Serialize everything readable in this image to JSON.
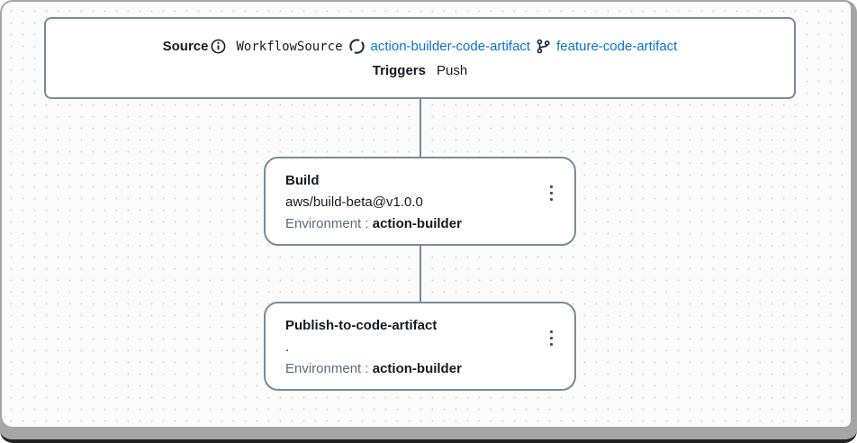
{
  "colors": {
    "node_border": "#7d8998",
    "link_blue": "#0972d3",
    "text_dark": "#16191f",
    "text_muted": "#5f6b7a",
    "canvas_background": "#fbfbfb",
    "grid_dot": "#d6d6d6",
    "window_frame": "#a6a6a6"
  },
  "icons": {
    "info": "info-icon (circled i)",
    "repository": "repository-icon (segmented circle)",
    "branch": "git-branch-icon",
    "menu": "vertical-ellipsis-icon"
  },
  "source": {
    "label": "Source",
    "workflow_source": "WorkflowSource",
    "repository_link": "action-builder-code-artifact",
    "branch_link": "feature-code-artifact",
    "triggers_label": "Triggers",
    "triggers_value": "Push"
  },
  "nodes": [
    {
      "title": "Build",
      "subtitle": "aws/build-beta@v1.0.0",
      "environment_label": "Environment",
      "environment_separator": ":",
      "environment_value": "action-builder"
    },
    {
      "title": "Publish-to-code-artifact",
      "subtitle": ".",
      "environment_label": "Environment",
      "environment_separator": ":",
      "environment_value": "action-builder"
    }
  ]
}
